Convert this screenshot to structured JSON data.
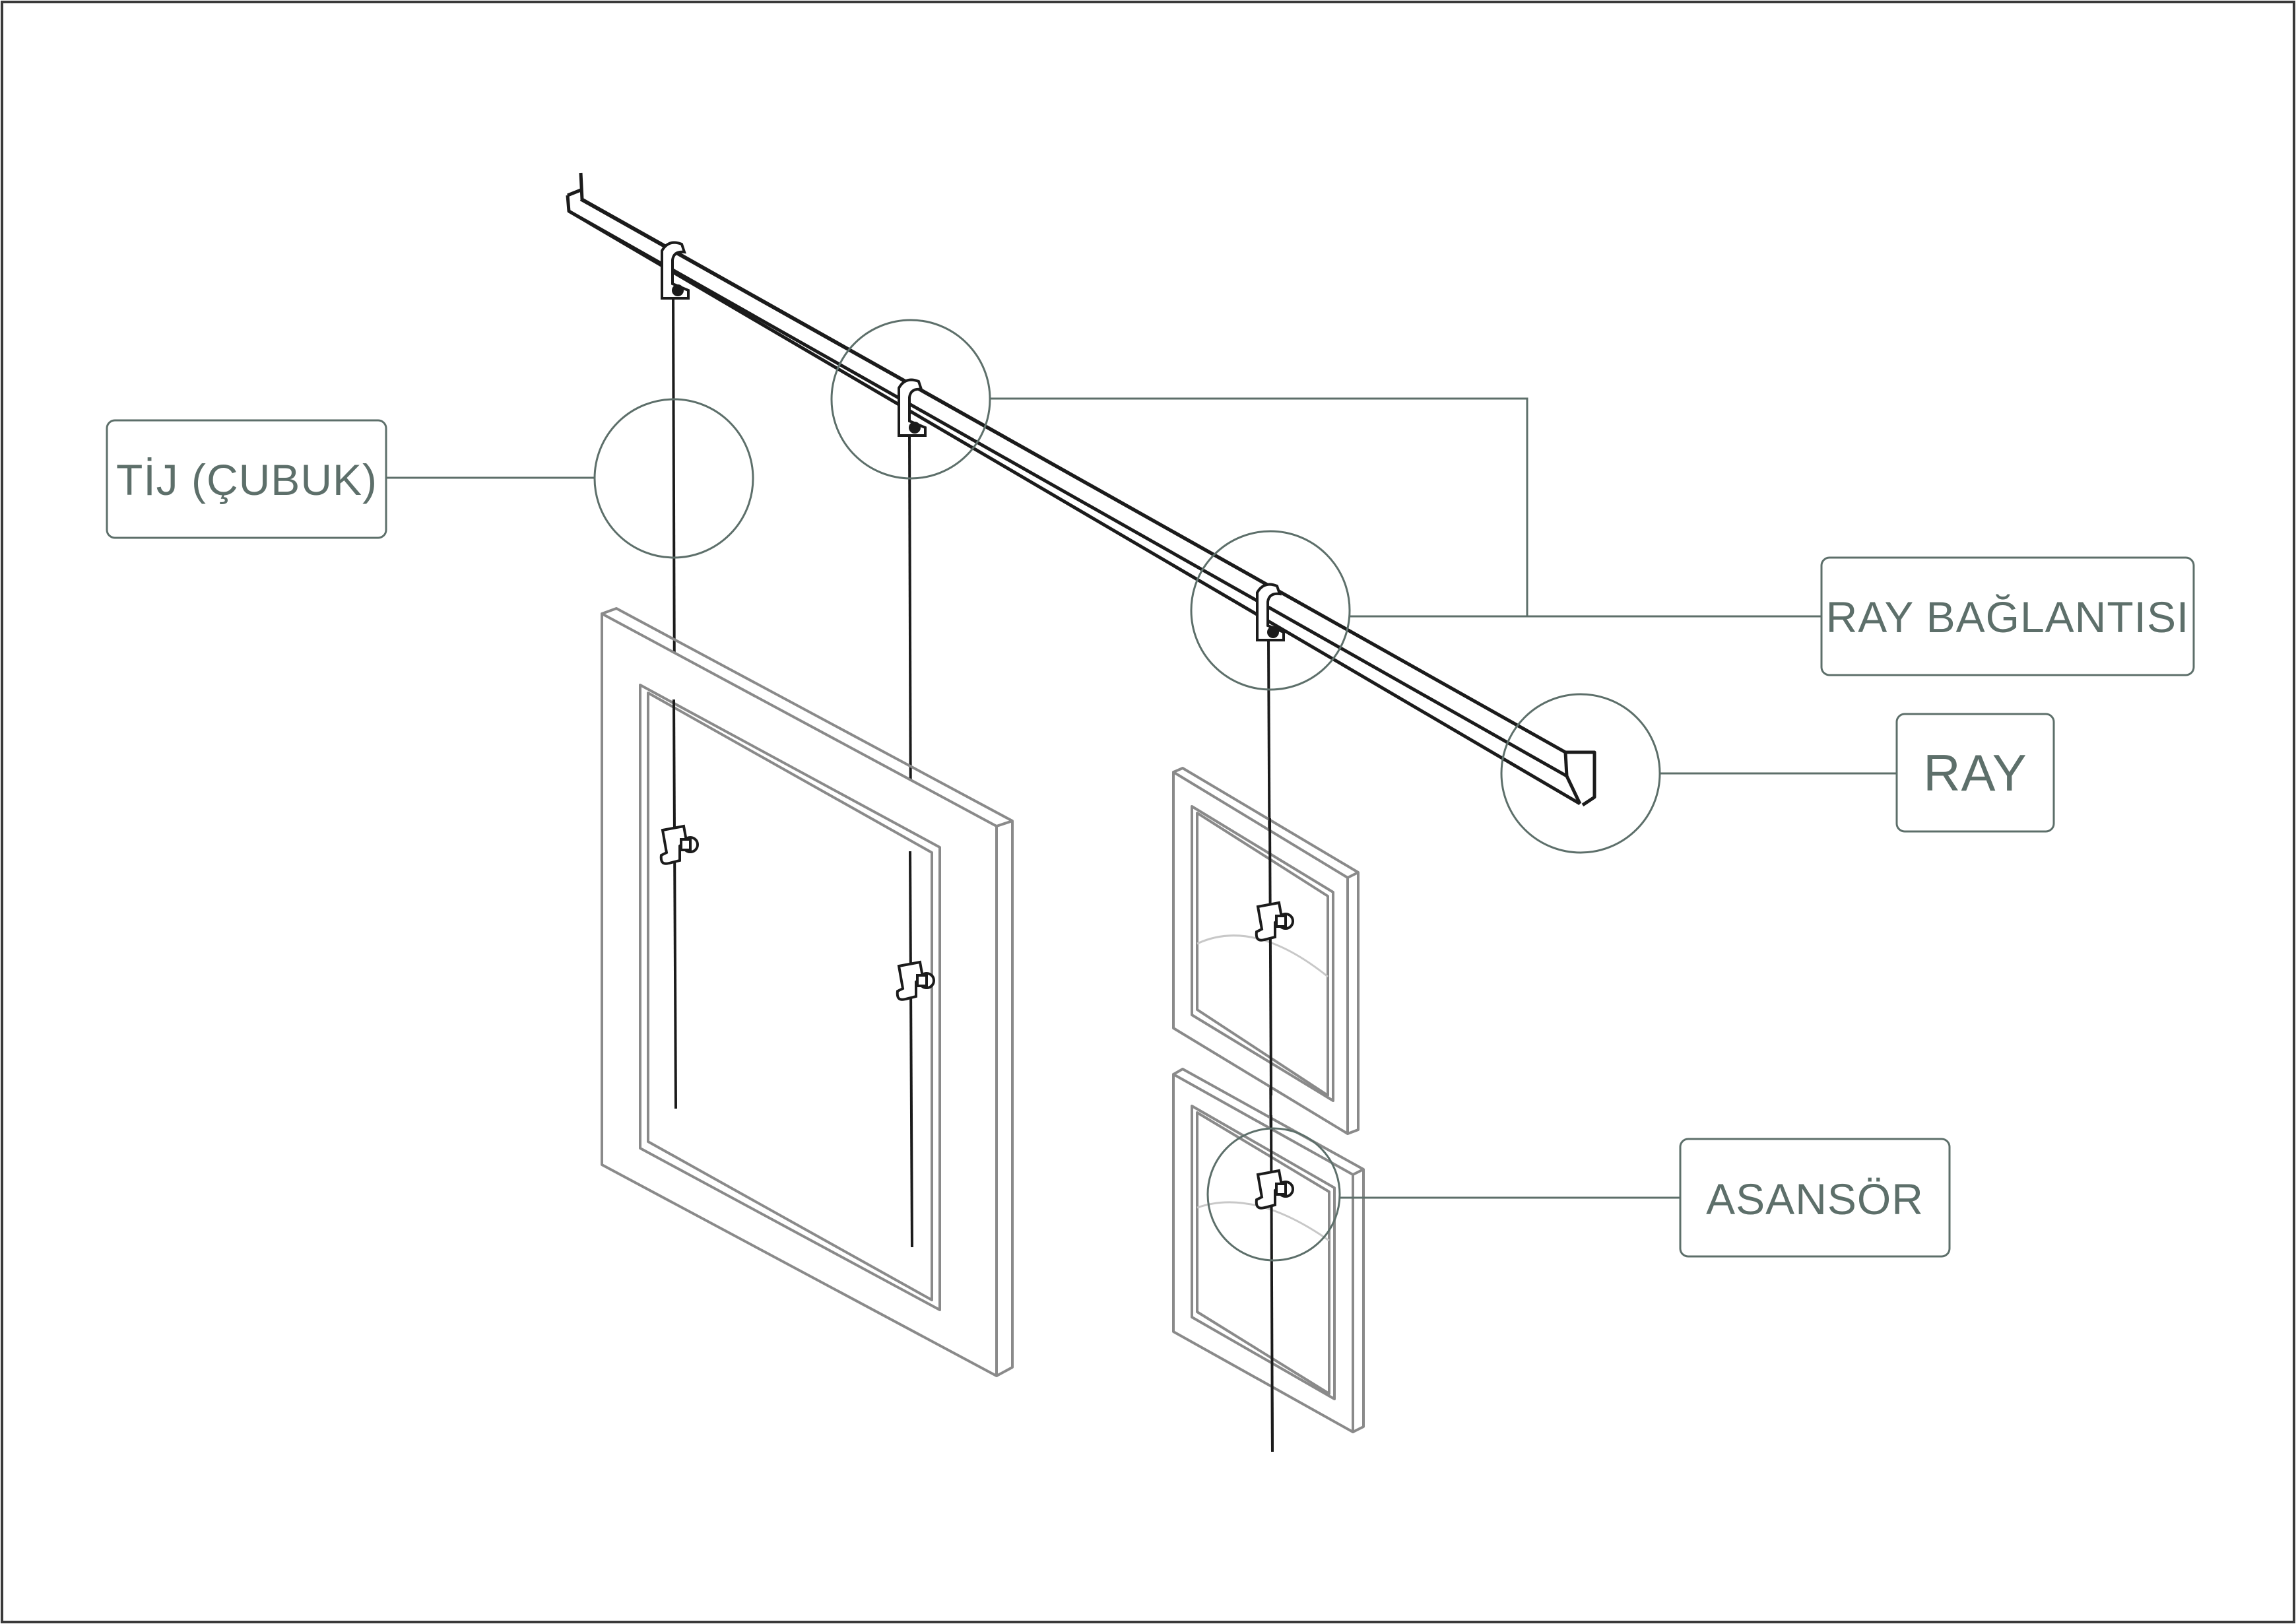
{
  "labels": {
    "rod": "TİJ (ÇUBUK)",
    "rail_connection": "RAY BAĞLANTISI",
    "rail": "RAY",
    "elevator": "ASANSÖR"
  },
  "colors": {
    "line": "#1b1b1b",
    "frame": "#8a8a8a",
    "callout": "#5d6f6a",
    "border": "#3a3a3a"
  }
}
